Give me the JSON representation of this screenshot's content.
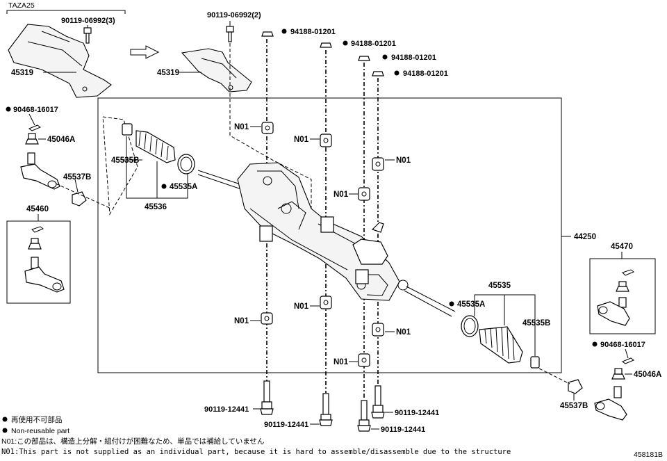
{
  "header": {
    "model_code": "TAZA25"
  },
  "diagram_id": "458181B",
  "legend": {
    "non_reusable_jp": "再使用不可部品",
    "non_reusable_en": "Non-reusable part",
    "n01_jp": "N01:この部品は、構造上分解・組付けが困難なため、単品では補給していません",
    "n01_en": "N01:This part is not supplied as an individual part, because it is hard to assemble/disassemble due to the structure"
  },
  "labels": {
    "bolt_90119_06992_3": "90119-06992(3)",
    "bolt_90119_06992_2": "90119-06992(2)",
    "cover_45319_left": "45319",
    "cover_45319_right": "45319",
    "nut_94188_a": "94188-01201",
    "nut_94188_b": "94188-01201",
    "nut_94188_c": "94188-01201",
    "nut_94188_d": "94188-01201",
    "pin_90468_left": "90468-16017",
    "pin_90468_right": "90468-16017",
    "nut_45046A_left": "45046A",
    "nut_45046A_right": "45046A",
    "clamp_45537B_left": "45537B",
    "clamp_45537B_right": "45537B",
    "clip_45535B_left": "45535B",
    "clip_45535B_right": "45535B",
    "clamp_45535A_left": "45535A",
    "clamp_45535A_right": "45535A",
    "boot_45536": "45536",
    "boot_45535": "45535",
    "tie_rod_end_45460": "45460",
    "tie_rod_end_45470": "45470",
    "rack_assy_44250": "44250",
    "bolt_90119_12441_a": "90119-12441",
    "bolt_90119_12441_b": "90119-12441",
    "bolt_90119_12441_c": "90119-12441",
    "bolt_90119_12441_d": "90119-12441",
    "n01_1": "N01",
    "n01_2": "N01",
    "n01_3": "N01",
    "n01_4": "N01",
    "n01_5": "N01",
    "n01_6": "N01",
    "n01_7": "N01",
    "n01_8": "N01"
  }
}
